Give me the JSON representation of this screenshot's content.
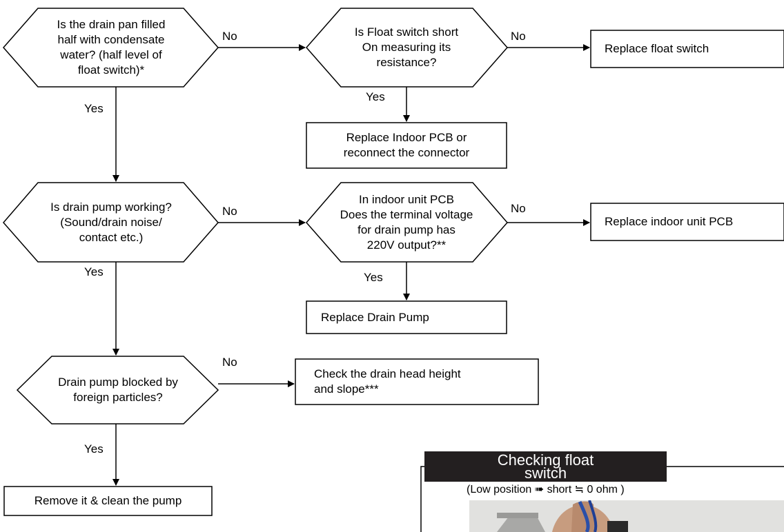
{
  "diagram": {
    "d1": [
      "Is the drain pan filled",
      "half with condensate",
      "water? (half level of",
      "float switch)*"
    ],
    "d2": [
      "Is Float switch short",
      "On measuring its",
      "resistance?"
    ],
    "d3": [
      "Is drain pump working?",
      "(Sound/drain noise/",
      "contact etc.)"
    ],
    "d4": [
      "In indoor unit PCB",
      "Does the terminal voltage",
      "for drain pump has",
      "220V output?**"
    ],
    "d5": [
      "Drain pump blocked by",
      "foreign particles?"
    ],
    "b_replace_float": [
      "Replace float switch"
    ],
    "b_replace_pcb_connector": [
      "Replace Indoor PCB or",
      "reconnect the connector"
    ],
    "b_replace_indoor_pcb": [
      "Replace indoor unit PCB"
    ],
    "b_replace_pump": [
      "Replace Drain Pump"
    ],
    "b_check_head": [
      "Check the drain head height",
      "and slope***"
    ],
    "b_remove_clean": [
      "Remove it & clean the pump"
    ],
    "labels": {
      "no1": "No",
      "no2": "No",
      "no3": "No",
      "no4": "No",
      "no5": "No",
      "yes1": "Yes",
      "yes2": "Yes",
      "yes3": "Yes",
      "yes4": "Yes",
      "yes5": "Yes"
    }
  },
  "panel": {
    "title": [
      "Checking float",
      "switch"
    ],
    "subtitle": "(Low position ➠ short ≒ 0 ohm )"
  }
}
